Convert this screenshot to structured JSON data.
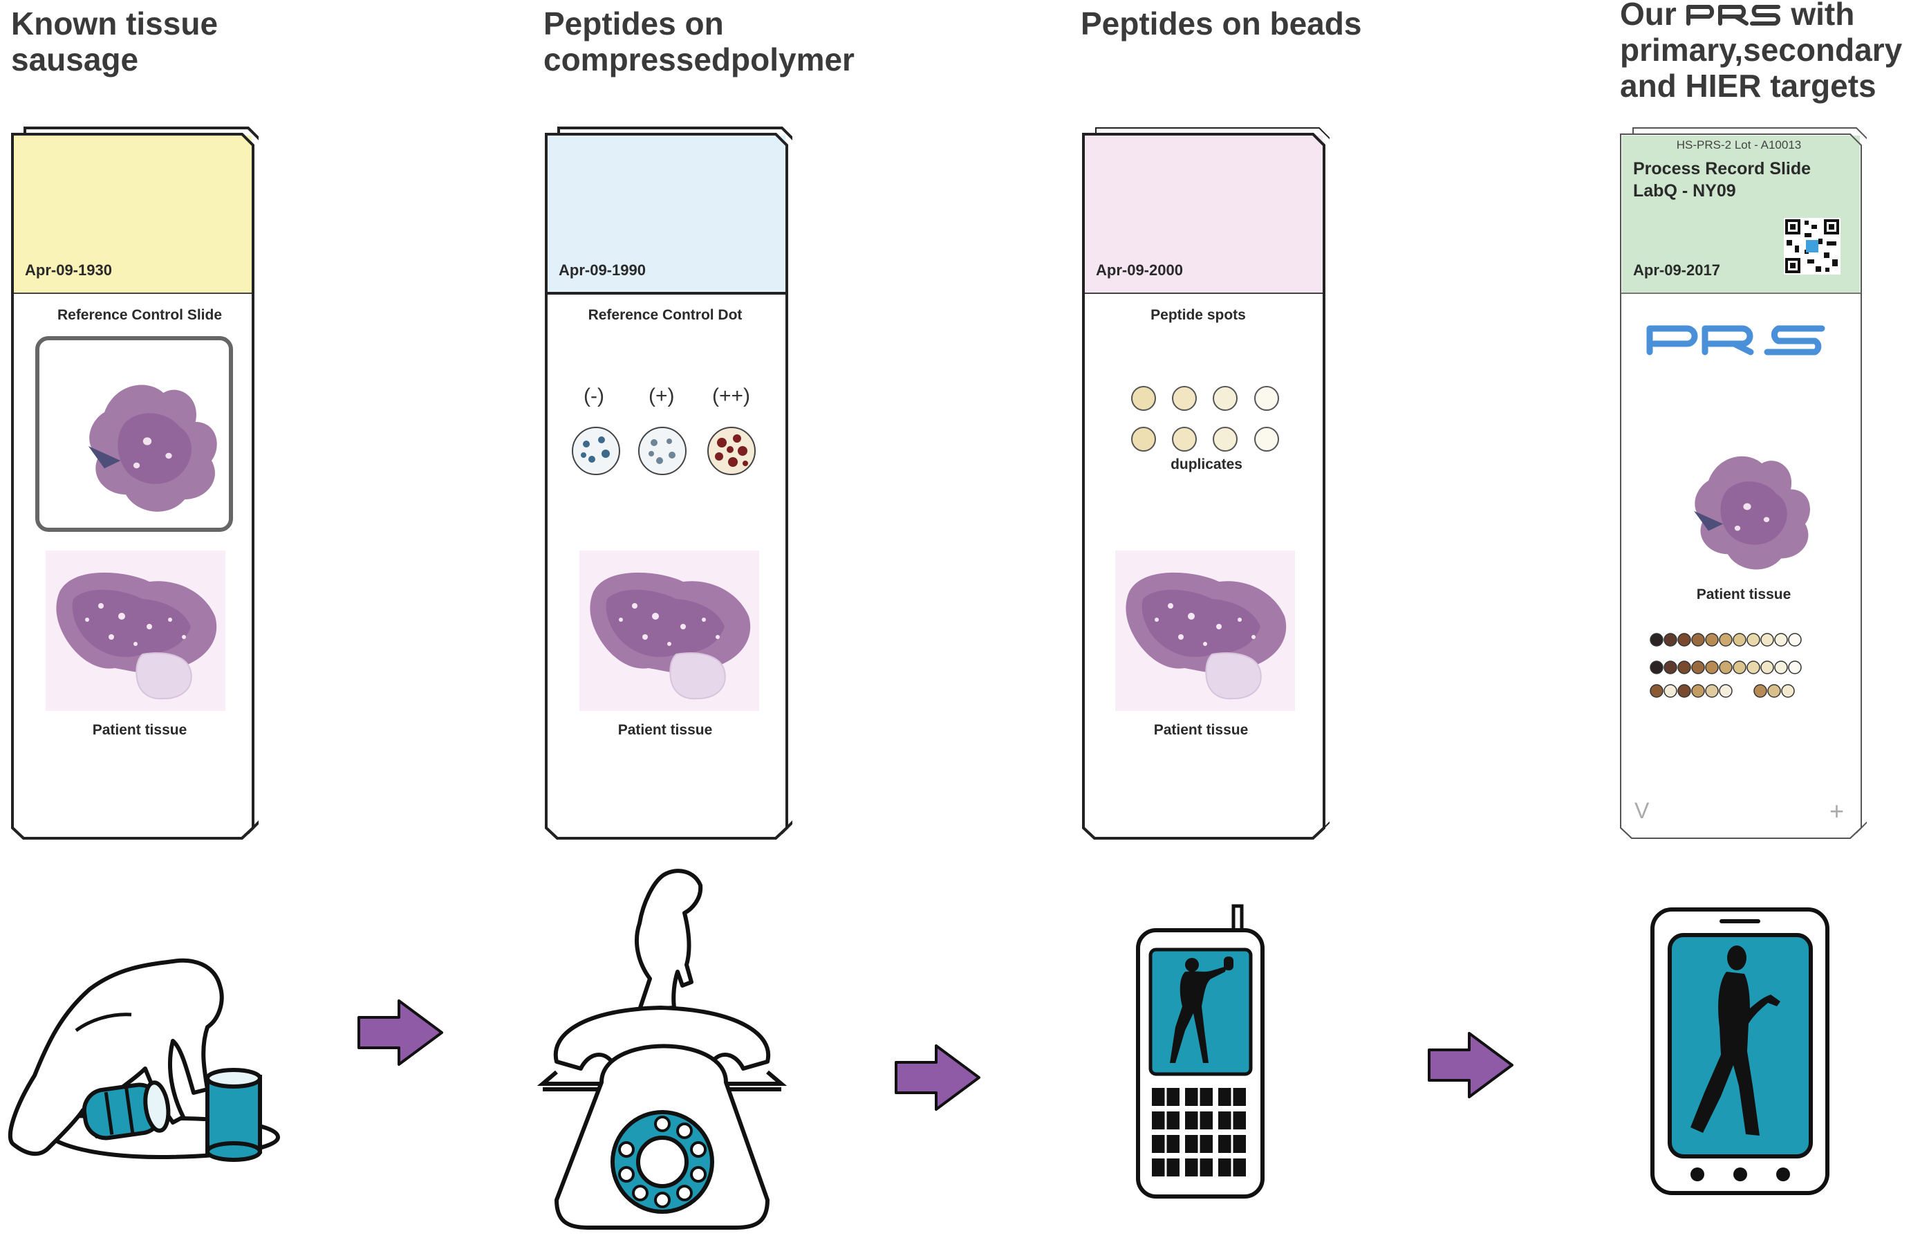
{
  "columns": [
    {
      "title_line1": "Known tissue",
      "title_line2": "sausage",
      "date": "Apr-09-1930",
      "control_label": "Reference Control Slide",
      "patient_label": "Patient tissue",
      "header_color": "#faf3b8",
      "icon": "ape-with-cans-icon"
    },
    {
      "title_line1": "Peptides on",
      "title_line2": "compressedpolymer",
      "date": "Apr-09-1990",
      "control_label": "Reference Control Dot",
      "dot_labels": [
        "(-)",
        "(+)",
        "(++)"
      ],
      "patient_label": "Patient tissue",
      "header_color": "#e2f0fa",
      "icon": "ape-on-rotary-phone-icon"
    },
    {
      "title_line1": "Peptides on beads",
      "date": "Apr-09-2000",
      "control_label": "Peptide spots",
      "spots_label": "duplicates",
      "patient_label": "Patient tissue",
      "header_color": "#f6e6f1",
      "icon": "feature-phone-caveman-icon"
    },
    {
      "title_pre": "Our",
      "title_post": "with",
      "title_line2": "primary,secondary",
      "title_line3": "and HIER targets",
      "lot_text": "HS-PRS-2  Lot - A10013",
      "slide_name_1": "Process Record Slide",
      "slide_name_2": "LabQ - NY09",
      "date": "Apr-09-2017",
      "logo_text": "PRS",
      "patient_label": "Patient tissue",
      "corner_left": "V",
      "corner_right": "+",
      "header_color": "#cfe6cf",
      "icon": "smartphone-walking-man-icon"
    }
  ],
  "colors": {
    "arrow": "#8f5aa6",
    "teal": "#1f9ab5",
    "logo_blue": "#4a90d9",
    "tissue": "#a87aa8"
  }
}
